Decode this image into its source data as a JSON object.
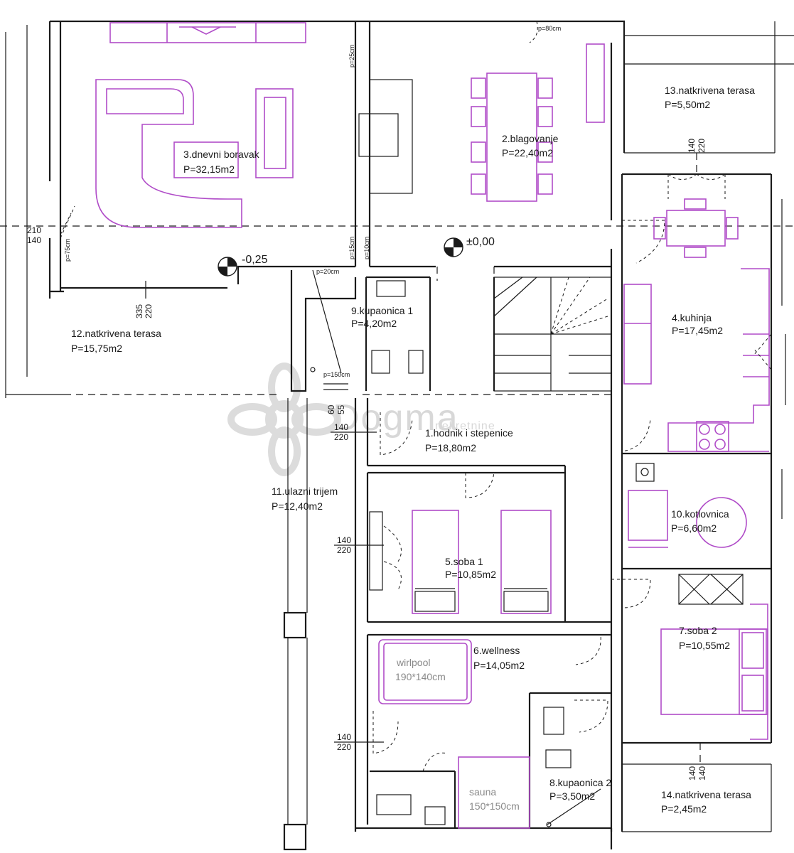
{
  "rooms": [
    {
      "name": "1.hodnik i stepenice",
      "area": "P=18,80m2"
    },
    {
      "name": "2.blagovanje",
      "area": "P=22,40m2"
    },
    {
      "name": "3.dnevni boravak",
      "area": "P=32,15m2"
    },
    {
      "name": "4.kuhinja",
      "area": "P=17,45m2"
    },
    {
      "name": "5.soba 1",
      "area": "P=10,85m2"
    },
    {
      "name": "6.wellness",
      "area": "P=14,05m2"
    },
    {
      "name": "7.soba 2",
      "area": "P=10,55m2"
    },
    {
      "name": "8.kupaonica 2",
      "area": "P=3,50m2"
    },
    {
      "name": "9.kupaonica 1",
      "area": "P=4,20m2"
    },
    {
      "name": "10.kotlovnica",
      "area": "P=6,60m2"
    },
    {
      "name": "11.ulazni trijem",
      "area": "P=12,40m2"
    },
    {
      "name": "12.natkrivena terasa",
      "area": "P=15,75m2"
    },
    {
      "name": "13.natkrivena terasa",
      "area": "P=5,50m2"
    },
    {
      "name": "14.natkrivena terasa",
      "area": "P=2,45m2"
    }
  ],
  "levels": {
    "main": "±0,00",
    "living": "-0,25"
  },
  "furniture_labels": {
    "whirlpool": "wirlpool",
    "whirlpool_size": "190*140cm",
    "sauna": "sauna",
    "sauna_size": "150*150cm"
  },
  "openings": {
    "o_210_140_a": "210",
    "o_210_140_b": "140",
    "o_335_220_a": "335",
    "o_335_220_b": "220",
    "o_140_220_terrace13_a": "140",
    "o_140_220_terrace13_b": "220",
    "o_60_55_a": "60",
    "o_60_55_b": "55",
    "o_hall_a": "140",
    "o_hall_b": "220",
    "o_soba1_a": "140",
    "o_soba1_b": "220",
    "o_wellness_a": "140",
    "o_wellness_b": "220",
    "o_terrace14_a": "140",
    "o_terrace14_b": "140"
  },
  "sill_notes": {
    "p80": "p=80cm",
    "p25": "p=25cm",
    "p75": "p=75cm",
    "p15": "p=15cm",
    "p10": "p=10cm",
    "p20": "p=20cm",
    "p150": "p=150cm"
  },
  "watermark": {
    "brand": "Dogma",
    "tagline": "nekretnine"
  },
  "colors": {
    "walls": "#1a1a1a",
    "furniture": "#b04cc8",
    "watermark": "#d8d8d8"
  }
}
